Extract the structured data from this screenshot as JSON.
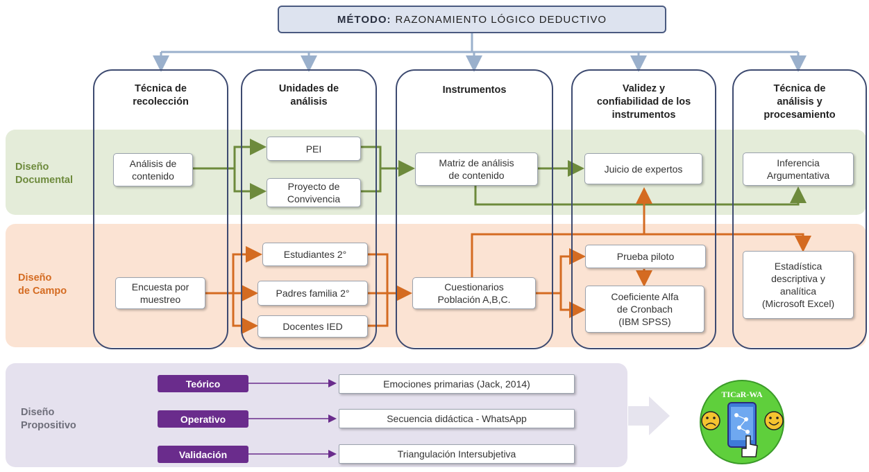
{
  "method": {
    "label": "MÉTODO:",
    "text": "RAZONAMIENTO LÓGICO DEDUCTIVO"
  },
  "columns": [
    "Técnica de recolección",
    "Unidades de análisis",
    "Instrumentos",
    "Validez y confiabilidad de los instrumentos",
    "Técnica de análisis y procesamiento"
  ],
  "column_lines": [
    [
      "Técnica de",
      "recolección"
    ],
    [
      "Unidades de",
      "análisis"
    ],
    [
      "Instrumentos"
    ],
    [
      "Validez y",
      "confiabilidad de los",
      "instrumentos"
    ],
    [
      "Técnica de",
      "análisis y",
      "procesamiento"
    ]
  ],
  "rows": {
    "documental": {
      "label": [
        "Diseño",
        "Documental"
      ],
      "color": "#6d8a3c"
    },
    "campo": {
      "label": [
        "Diseño",
        "de Campo"
      ],
      "color": "#d46b21"
    },
    "propositivo": {
      "label": [
        "Diseño",
        "Propositivo"
      ],
      "color": "#6e6e7a"
    }
  },
  "documental": {
    "tecnica": [
      "Análisis de",
      "contenido"
    ],
    "unidades": [
      [
        "PEI"
      ],
      [
        "Proyecto de",
        "Convivencia"
      ]
    ],
    "instrumento": [
      "Matriz de análisis",
      "de contenido"
    ],
    "validez": [
      "Juicio de expertos"
    ],
    "analisis": [
      "Inferencia",
      "Argumentativa"
    ]
  },
  "campo": {
    "tecnica": [
      "Encuesta por",
      "muestreo"
    ],
    "unidades": [
      [
        "Estudiantes 2°"
      ],
      [
        "Padres familia 2°"
      ],
      [
        "Docentes IED"
      ]
    ],
    "instrumento": [
      "Cuestionarios",
      "Población A,B,C."
    ],
    "validez": [
      [
        "Prueba piloto"
      ],
      [
        "Coeficiente Alfa",
        "de Cronbach",
        "(IBM SPSS)"
      ]
    ],
    "analisis": [
      "Estadística",
      "descriptiva y",
      "analítica",
      "(Microsoft Excel)"
    ]
  },
  "propositivo": {
    "items": [
      {
        "tag": "Teórico",
        "text": "Emociones primarias (Jack, 2014)"
      },
      {
        "tag": "Operativo",
        "text": "Secuencia didáctica - WhatsApp"
      },
      {
        "tag": "Validación",
        "text": "Triangulación Intersubjetiva"
      }
    ]
  },
  "logo": {
    "text": "TICaR-WA",
    "icons": [
      "sad-face-icon",
      "phone-icon",
      "happy-face-icon",
      "pointing-hand-icon"
    ]
  },
  "colors": {
    "green_arrow": "#6d8a3c",
    "orange_arrow": "#d46b21",
    "purple": "#6a2c8c",
    "navy": "#3d4a70"
  }
}
